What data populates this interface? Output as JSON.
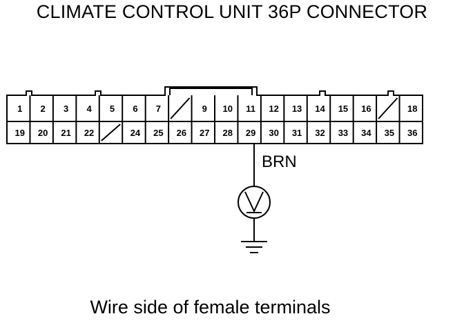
{
  "title": "CLIMATE CONTROL UNIT 36P CONNECTOR",
  "caption": "Wire side of female terminals",
  "wire": {
    "color_label": "BRN",
    "terminal": 29
  },
  "connector": {
    "top_row": [
      "1",
      "2",
      "3",
      "4",
      "5",
      "6",
      "7",
      "",
      "9",
      "10",
      "11",
      "12",
      "13",
      "14",
      "15",
      "16",
      "",
      "18"
    ],
    "bottom_row": [
      "19",
      "20",
      "21",
      "22",
      "",
      "24",
      "25",
      "26",
      "27",
      "28",
      "29",
      "30",
      "31",
      "32",
      "33",
      "34",
      "35",
      "36"
    ]
  },
  "meter": {
    "type": "voltmeter",
    "icon": "voltmeter-icon"
  },
  "ground": {
    "icon": "ground-icon"
  }
}
